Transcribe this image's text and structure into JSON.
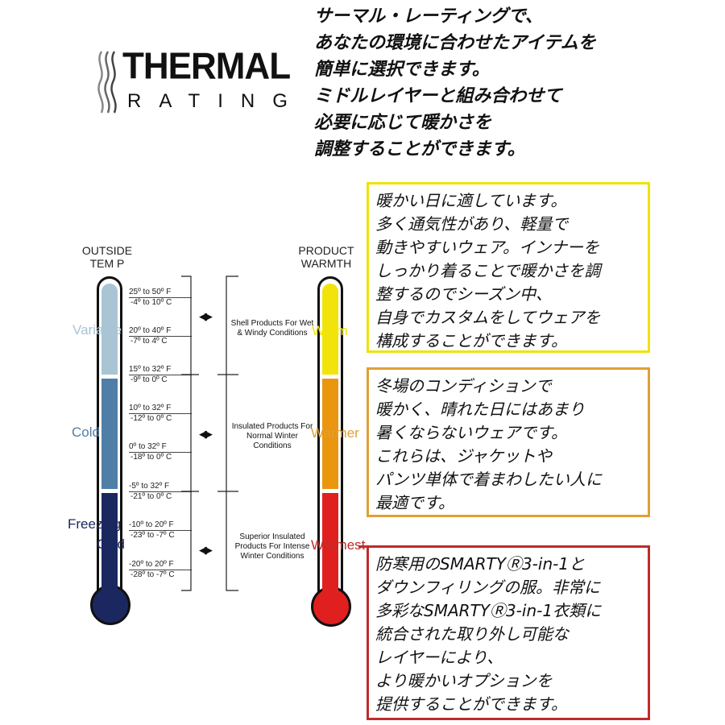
{
  "logo": {
    "line1": "THERMAL",
    "line2": "RATING"
  },
  "intro": [
    "サーマル・レーティングで、",
    "あなたの環境に合わせたアイテムを",
    "簡単に選択できます。",
    "ミドルレイヤーと組み合わせて",
    "必要に応じて暖かさを",
    "調整することができます。"
  ],
  "outside": {
    "heading1": "OUTSIDE",
    "heading2": "TEM P",
    "levels": [
      "Variable",
      "Cold",
      "Freezing",
      "Cold"
    ],
    "ranges": [
      {
        "f": "25º to 50º F",
        "c": "-4º to 10º   C"
      },
      {
        "f": "20º to 40º F",
        "c": "-7º to 4º   C"
      },
      {
        "f": "15º to 32º F",
        "c": "-9º to 0º   C"
      },
      {
        "f": "10º to 32º F",
        "c": "-12º to 0º   C"
      },
      {
        "f": "0º to 32º F",
        "c": "-18º to 0º   C"
      },
      {
        "f": "-5º to 32º   F",
        "c": "-21º to 0º   C"
      },
      {
        "f": "-10º to 20º   F",
        "c": "-23º to -7º   C"
      },
      {
        "f": "-20º to 20º   F",
        "c": "-28º to -7º   C"
      }
    ],
    "colors": [
      "#a9c4d4",
      "#4f7ea6",
      "#1b2860"
    ]
  },
  "arrow": "◀▶",
  "products": [
    "Shell Products For Wet & Windy Conditions",
    "Insulated Products For Normal Winter Conditions",
    "Superior Insulated Products For Intense Winter Conditions"
  ],
  "warmth": {
    "heading1": "PRODUCT",
    "heading2": "WARMTH",
    "levels": [
      "Warm",
      "Warmer",
      "Warmest"
    ],
    "colors": [
      "#f2e40a",
      "#ea960e",
      "#e0201e"
    ]
  },
  "boxes": [
    {
      "color": "#f0e20a",
      "lines": [
        "暖かい日に適しています。",
        "多く通気性があり、軽量で",
        "動きやすいウェア。インナーを",
        "しっかり着ることで暖かさを調",
        "整するのでシーズン中、",
        "自身でカスタムをしてウェアを",
        "構成することができます。"
      ]
    },
    {
      "color": "#e0a035",
      "lines": [
        "冬場のコンディションで",
        "暖かく、晴れた日にはあまり",
        "暑くならないウェアです。",
        "これらは、ジャケットや",
        "パンツ単体で着まわしたい人に",
        "最適です。"
      ]
    },
    {
      "color": "#c02a2a",
      "lines": [
        "防寒用のSMARTYⓇ3-in-1と",
        "ダウンフィリングの服。非常に",
        "多彩なSMARTYⓇ3-in-1衣類に",
        "統合された取り外し可能な",
        "レイヤーにより、",
        "より暖かいオプションを",
        "提供することができます。"
      ]
    }
  ]
}
